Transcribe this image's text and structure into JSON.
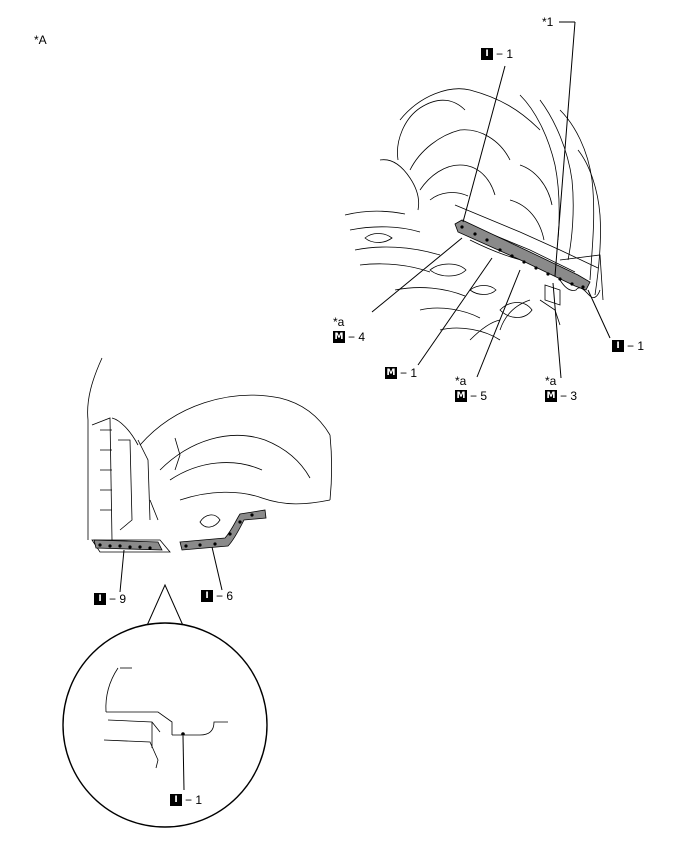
{
  "view_label": "*A",
  "callouts": {
    "c1": {
      "prefix": "",
      "badge": "I",
      "text": "− 1"
    },
    "star1": {
      "text": "*1"
    },
    "c2": {
      "star": "*a",
      "badge": "M",
      "text": "− 4"
    },
    "c3": {
      "badge": "M",
      "text": "− 1"
    },
    "c4": {
      "star": "*a",
      "badge": "M",
      "text": "− 5"
    },
    "c5": {
      "star": "*a",
      "badge": "M",
      "text": "− 3"
    },
    "c6": {
      "badge": "I",
      "text": "− 1"
    },
    "c7": {
      "badge": "I",
      "text": "− 9"
    },
    "c8": {
      "badge": "I",
      "text": "− 6"
    },
    "c9": {
      "badge": "I",
      "text": "− 1"
    }
  },
  "colors": {
    "sealer_fill": "#8a8a8a",
    "line": "#000000"
  }
}
